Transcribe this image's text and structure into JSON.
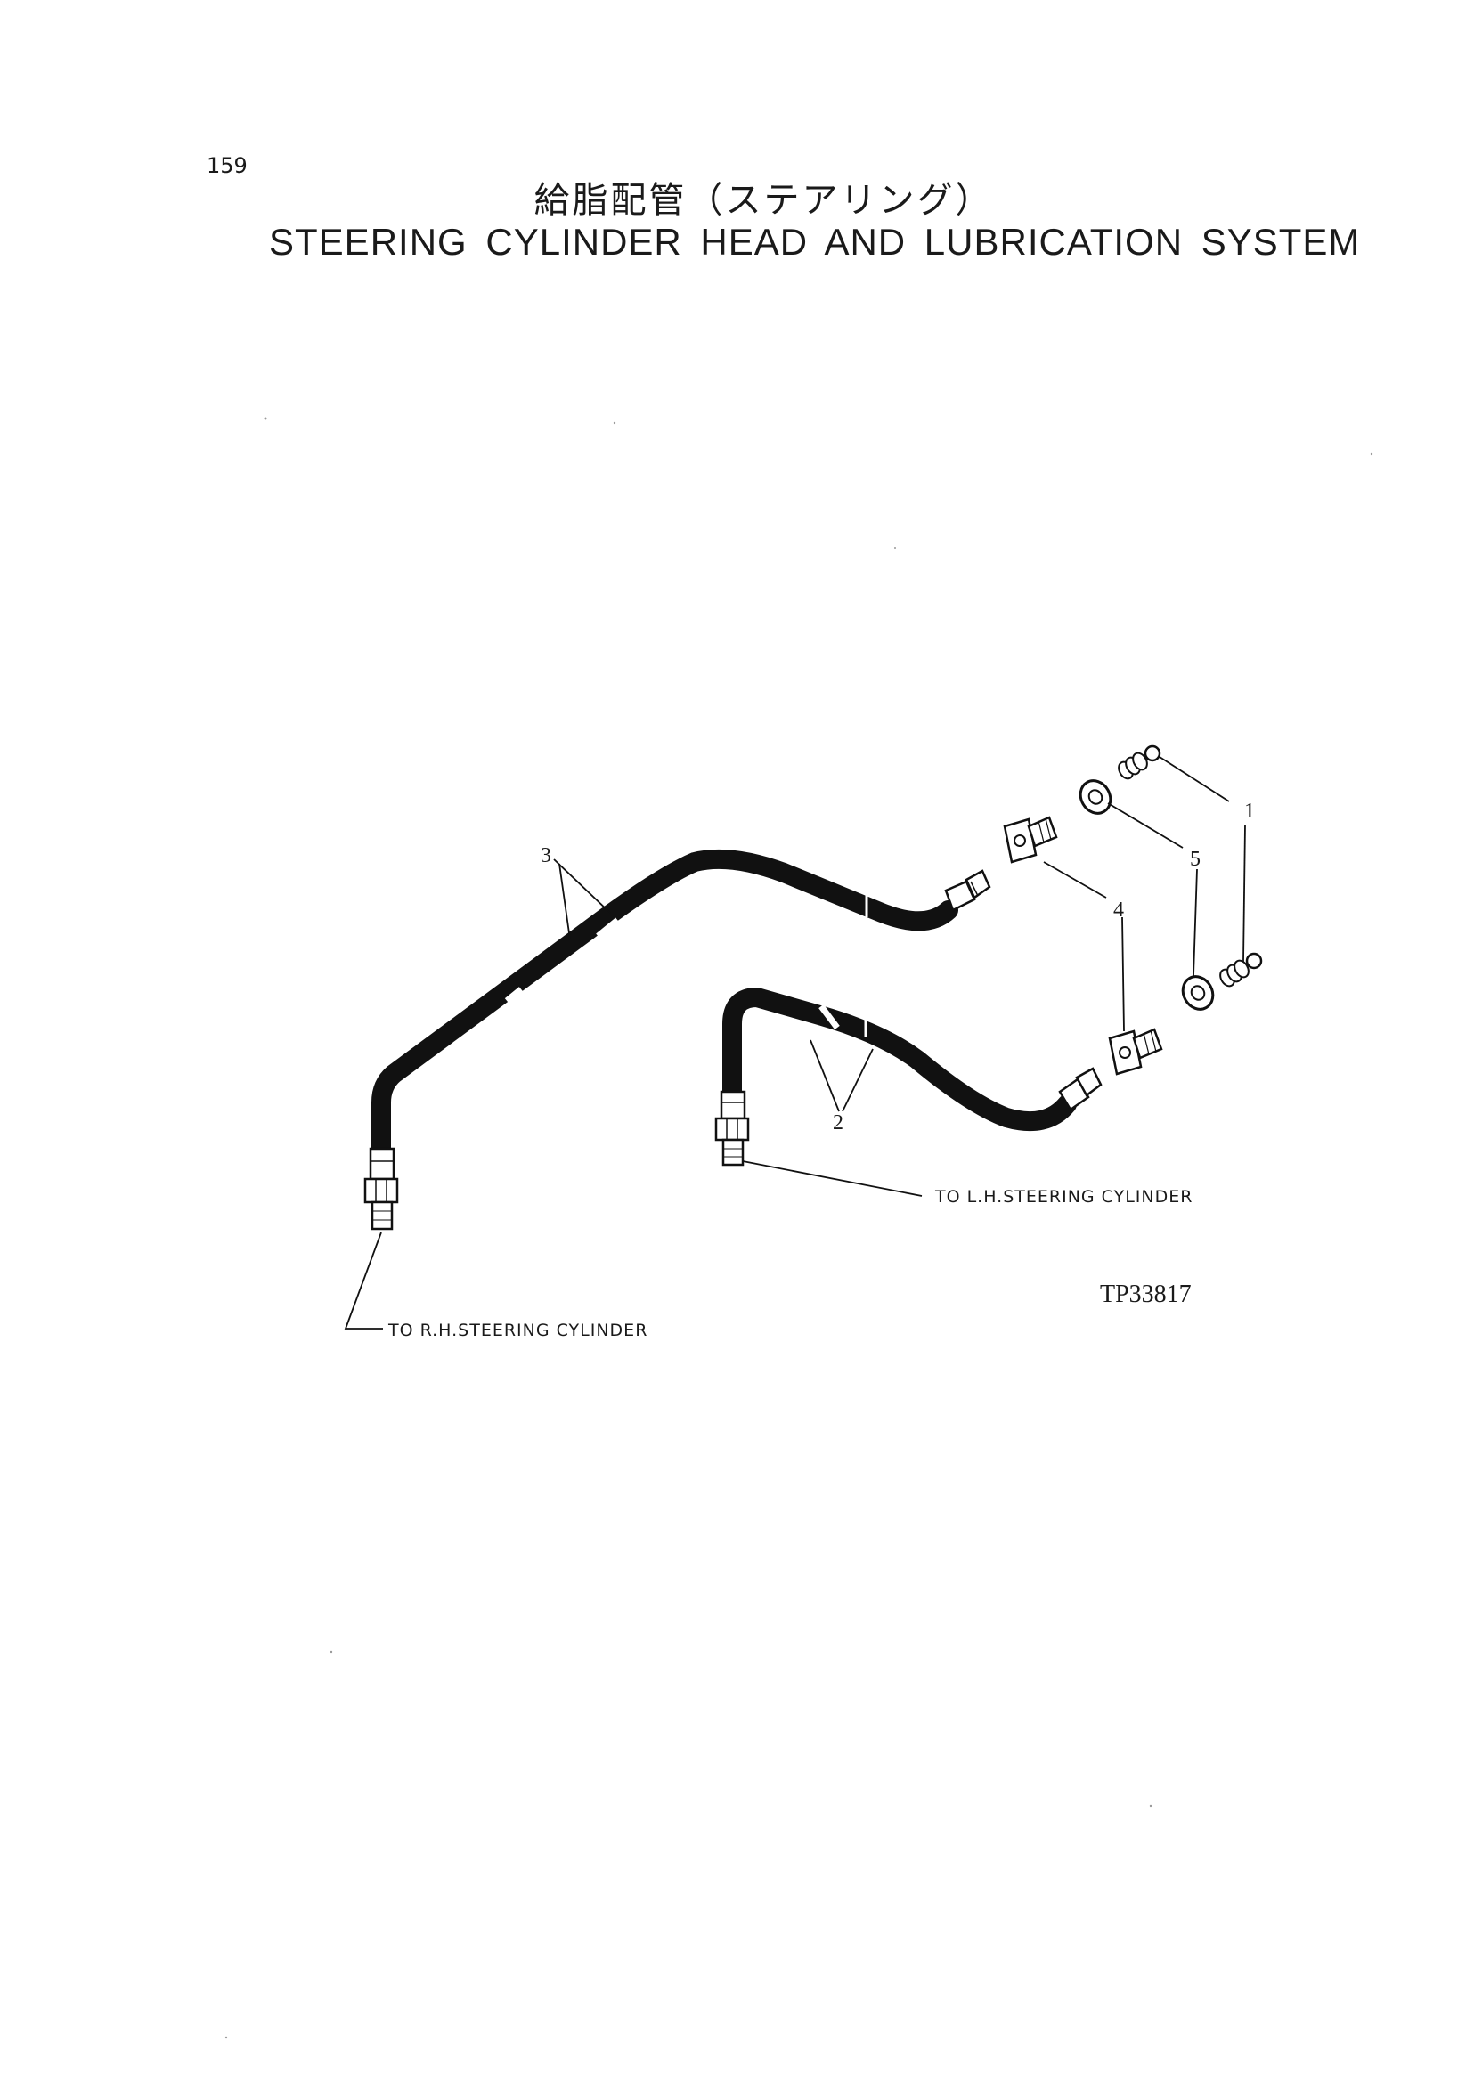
{
  "page": {
    "number": "159",
    "title_jp": "給脂配管（ステアリング）",
    "title_en": "STEERING CYLINDER HEAD AND LUBRICATION SYSTEM"
  },
  "diagram": {
    "callouts": [
      {
        "id": "callout-1",
        "label": "1"
      },
      {
        "id": "callout-2",
        "label": "2"
      },
      {
        "id": "callout-3",
        "label": "3"
      },
      {
        "id": "callout-4",
        "label": "4"
      },
      {
        "id": "callout-5",
        "label": "5"
      }
    ],
    "destinations": {
      "lh": "TO L.H.STEERING CYLINDER",
      "rh": "TO R.H.STEERING CYLINDER"
    },
    "figure_code": "TP33817"
  }
}
